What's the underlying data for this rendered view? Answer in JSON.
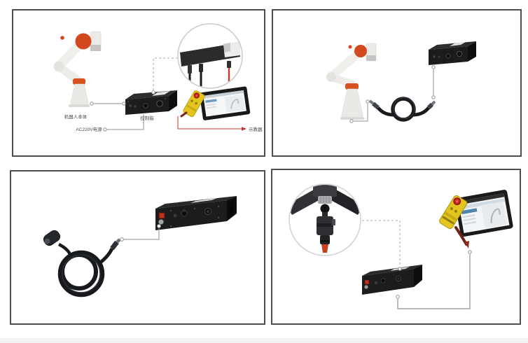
{
  "panels": {
    "overview": {
      "labels": {
        "robot_body": "机器人本体",
        "control_box": "控制箱",
        "power_supply": "AC220V电源",
        "teach_pendant": "示教器"
      }
    }
  },
  "colors": {
    "robot_joint_orange": "#d2491f",
    "robot_body_white": "#efede9",
    "pendant_yellow": "#e4c41e",
    "estop_red": "#c32013",
    "connection_line_gray": "#8f8f8f",
    "connection_line_red": "#c0392b",
    "control_box_black": "#1c1c1c",
    "panel_border_gray": "#4e4e4e"
  }
}
